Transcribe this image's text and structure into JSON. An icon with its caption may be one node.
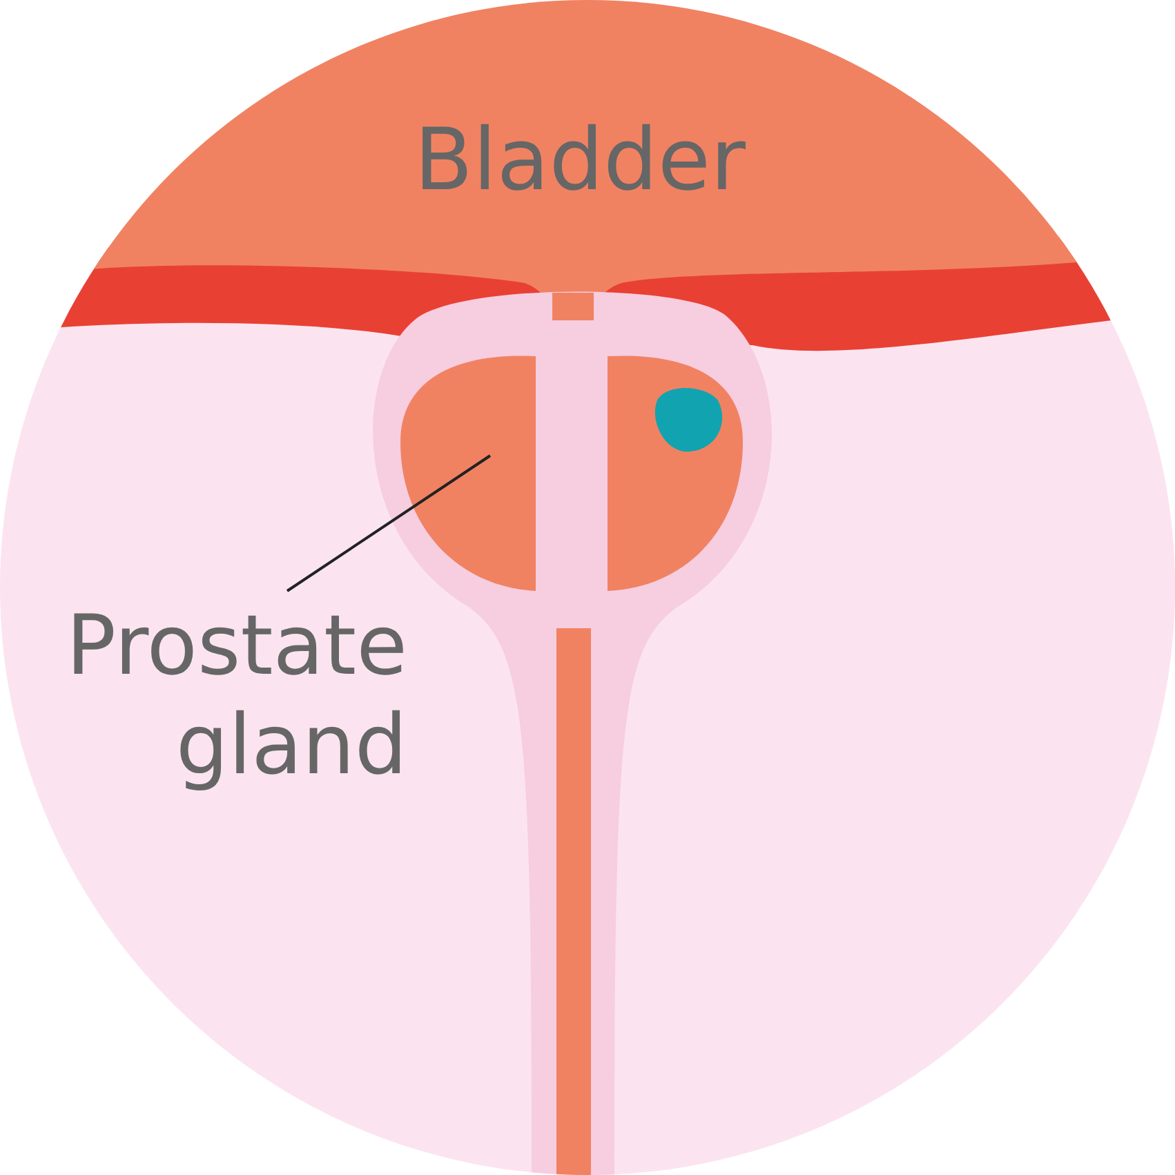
{
  "diagram": {
    "nodes": [
      {
        "text": [
          "Prostate gland"
        ]
      },
      {
        "text": [],
        "shape": "lobe"
      }
    ],
    "edges": [
      {
        "from": 0,
        "to": 1,
        "arrow": "none"
      }
    ],
    "labels": [
      "Bladder"
    ]
  }
}
